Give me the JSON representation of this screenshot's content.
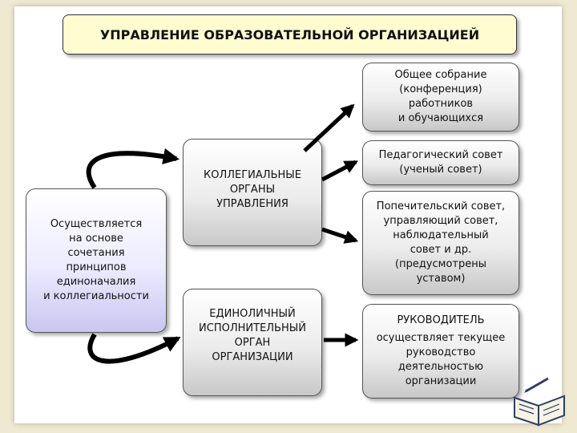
{
  "title": "УПРАВЛЕНИЕ ОБРАЗОВАТЕЛЬНОЙ ОРГАНИЗАЦИЕЙ",
  "left_box": "Осуществляется\nна основе\nсочетания\nпринципов\nединоначалия\nи коллегиальности",
  "collegial": "КОЛЛЕГИАЛЬНЫЕ\nОРГАНЫ\nУПРАВЛЕНИЯ",
  "sole": "ЕДИНОЛИЧНЫЙ\nИСПОЛНИТЕЛЬНЫЙ\nОРГАН\nОРГАНИЗАЦИИ",
  "right": {
    "general_meeting": "Общее собрание\n(конференция)\nработников\nи обучающихся",
    "pedagogical": "Педагогический совет\n(ученый совет)",
    "trustees": "Попечительский совет,\nуправляющий совет,\nнаблюдательный\nсовет и др.\n(предусмотрены\nуставом)",
    "head_title": "РУКОВОДИТЕЛЬ",
    "head_desc": "осуществляет текущее\nруководство\nдеятельностью\nорганизации"
  },
  "icons": {
    "corner": "book-pen-icon"
  }
}
